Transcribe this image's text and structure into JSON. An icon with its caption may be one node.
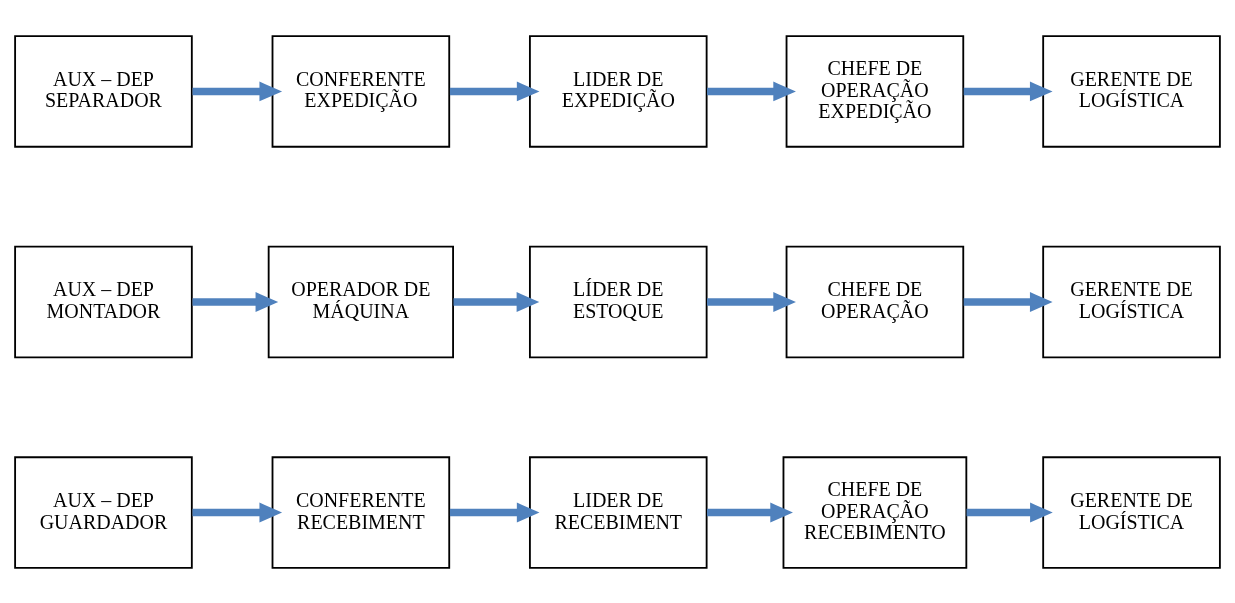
{
  "diagram": {
    "nodes": [
      {
        "text": [
          "AUX – DEP GUARDADOR"
        ]
      },
      {
        "text": [
          "CONFERENTE RECEBIMENT"
        ]
      },
      {
        "text": [
          "LIDER DE RECEBIMENT"
        ]
      },
      {
        "text": [
          "CHEFE DE OPERAÇÃO RECEBIMENTO"
        ]
      },
      {
        "text": [
          "GERENTE DE LOGÍSTICA"
        ]
      },
      {
        "text": [
          "AUX – DEP MONTADOR"
        ]
      },
      {
        "text": [
          "OPERADOR DE MÁQUINA"
        ]
      },
      {
        "text": [
          "LÍDER DE ESTOQUE"
        ]
      },
      {
        "text": [
          "CHEFE DE OPERAÇÃO"
        ]
      },
      {
        "text": [
          "GERENTE DE LOGÍSTICA"
        ]
      },
      {
        "text": [
          "AUX – DEP SEPARADOR"
        ]
      },
      {
        "text": [
          "CONFERENTE EXPEDIÇÃO"
        ]
      },
      {
        "text": [
          "LIDER DE EXPEDIÇÃO"
        ]
      },
      {
        "text": [
          "CHEFE DE OPERAÇÃO EXPEDIÇÃO"
        ]
      },
      {
        "text": [
          "GERENTE DE LOGÍSTICA"
        ]
      }
    ],
    "edges": [
      {
        "from": 0,
        "to": 1,
        "arrow": "to"
      },
      {
        "from": 1,
        "to": 2,
        "arrow": "to"
      },
      {
        "from": 2,
        "to": 3,
        "arrow": "to"
      },
      {
        "from": 3,
        "to": 4,
        "arrow": "to"
      },
      {
        "from": 5,
        "to": 6,
        "arrow": "to"
      },
      {
        "from": 6,
        "to": 7,
        "arrow": "to"
      },
      {
        "from": 7,
        "to": 8,
        "arrow": "to"
      },
      {
        "from": 8,
        "to": 9,
        "arrow": "to"
      },
      {
        "from": 10,
        "to": 11,
        "arrow": "to"
      },
      {
        "from": 11,
        "to": 12,
        "arrow": "to"
      },
      {
        "from": 12,
        "to": 13,
        "arrow": "to"
      },
      {
        "from": 13,
        "to": 14,
        "arrow": "to"
      }
    ]
  }
}
